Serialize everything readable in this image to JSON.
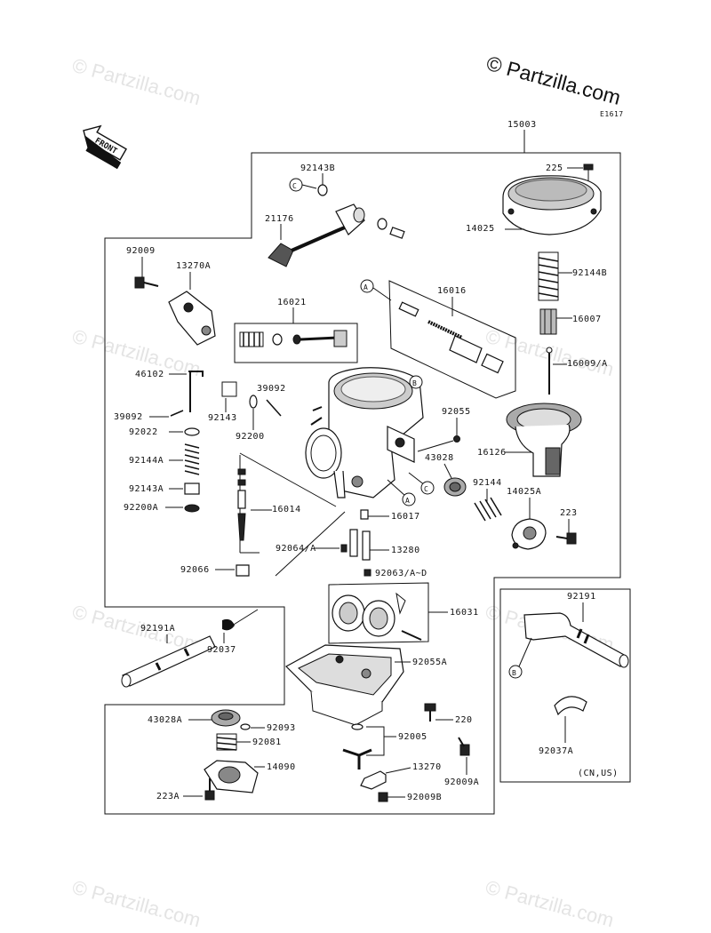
{
  "watermark": {
    "text": "© Partzilla.com"
  },
  "brand": {
    "text": "© Partzilla.com"
  },
  "figure_code": "E1617",
  "front_arrow": {
    "label": "FRONT"
  },
  "region_note": "(CN,US)",
  "callout_letters": {
    "a": "A",
    "b": "B",
    "c": "C"
  },
  "parts": {
    "p15003": "15003",
    "p225": "225",
    "p92143B": "92143B",
    "p21176": "21176",
    "p14025": "14025",
    "p92009": "92009",
    "p13270A": "13270A",
    "p16016": "16016",
    "p92144B": "92144B",
    "p16021": "16021",
    "p16007": "16007",
    "p16009A": "16009/A",
    "p46102": "46102",
    "p39092a": "39092",
    "p39092b": "39092",
    "p92143": "92143",
    "p92055": "92055",
    "p92022": "92022",
    "p92200": "92200",
    "p43028": "43028",
    "p16126": "16126",
    "p92144A": "92144A",
    "p92144": "92144",
    "p14025A": "14025A",
    "p92143A": "92143A",
    "p92200A": "92200A",
    "p16014": "16014",
    "p223": "223",
    "p16017": "16017",
    "p92064A": "92064/A",
    "p13280": "13280",
    "p92066": "92066",
    "p92063AD": "92063/A~D",
    "p16031": "16031",
    "p92191": "92191",
    "p92191A": "92191A",
    "p92037": "92037",
    "p92055A": "92055A",
    "p220": "220",
    "p43028A": "43028A",
    "p92093": "92093",
    "p92081": "92081",
    "p92005": "92005",
    "p14090": "14090",
    "p13270": "13270",
    "p92009A": "92009A",
    "p92037A": "92037A",
    "p223A": "223A",
    "p92009B": "92009B"
  }
}
